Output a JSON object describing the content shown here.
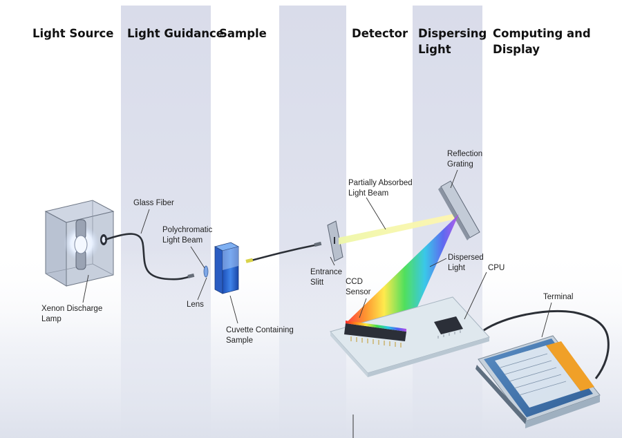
{
  "headers": {
    "light_source": "Light Source",
    "light_guidance": "Light Guidance",
    "sample": "Sample",
    "detector": "Detector",
    "dispersing_1": "Dispersing",
    "dispersing_2": "Light",
    "computing_1": "Computing and",
    "computing_2": "Display"
  },
  "labels": {
    "glass_fiber": "Glass Fiber",
    "poly_1": "Polychromatic",
    "poly_2": "Light Beam",
    "xenon_1": "Xenon Discharge",
    "xenon_2": "Lamp",
    "lens": "Lens",
    "cuvette_1": "Cuvette Containing",
    "cuvette_2": "Sample",
    "entrance_1": "Entrance",
    "entrance_2": "Slitt",
    "partial_1": "Partially Absorbed",
    "partial_2": "Light Beam",
    "reflection_1": "Reflection",
    "reflection_2": "Grating",
    "dispersed_1": "Dispersed",
    "dispersed_2": "Light",
    "ccd_1": "CCD",
    "ccd_2": "Sensor",
    "cpu": "CPU",
    "terminal": "Terminal"
  },
  "colors": {
    "band": "#d7dbe9",
    "fade": "#e8ebf3",
    "beam": "#f6f2a0",
    "cuvette": "#2f6fd8",
    "board": "#dde7ec",
    "screen": "#4a7fb8"
  }
}
